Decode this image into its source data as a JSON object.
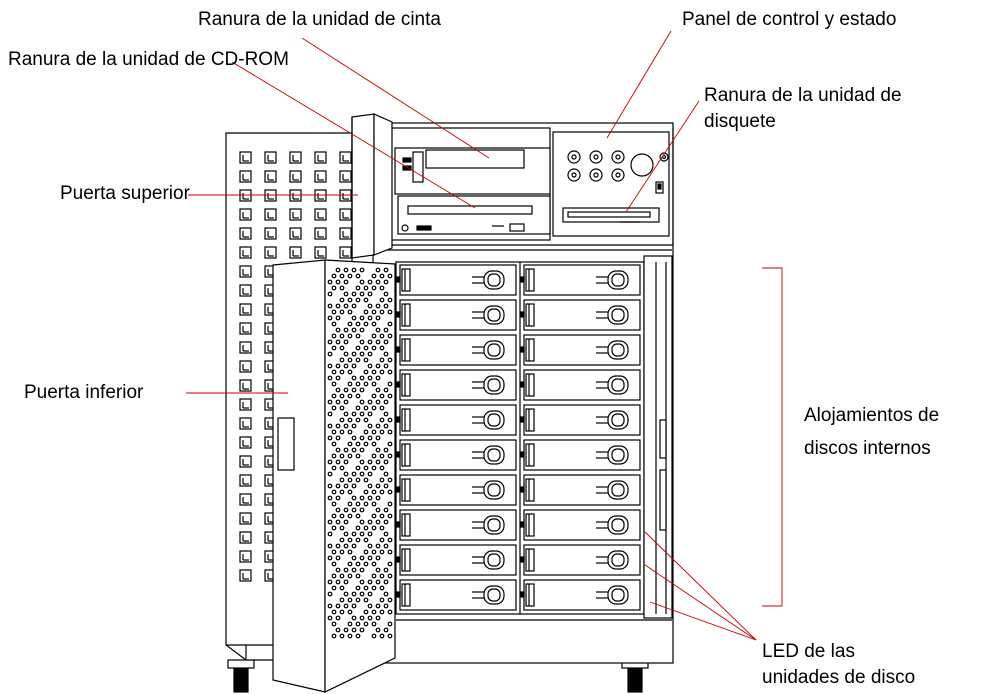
{
  "labels": {
    "tape_slot": "Ranura de la unidad de cinta",
    "cdrom_slot": "Ranura de la unidad de CD-ROM",
    "control_panel": "Panel de control y estado",
    "floppy_slot_line1": "Ranura de la unidad de",
    "floppy_slot_line2": "disquete",
    "upper_door": "Puerta superior",
    "lower_door": "Puerta inferior",
    "disk_bays_line1": "Alojamientos de",
    "disk_bays_line2": "discos internos",
    "disk_leds_line1": "LED de las",
    "disk_leds_line2": "unidades de disco"
  },
  "drive_bays": {
    "columns": 2,
    "rows": 10
  }
}
